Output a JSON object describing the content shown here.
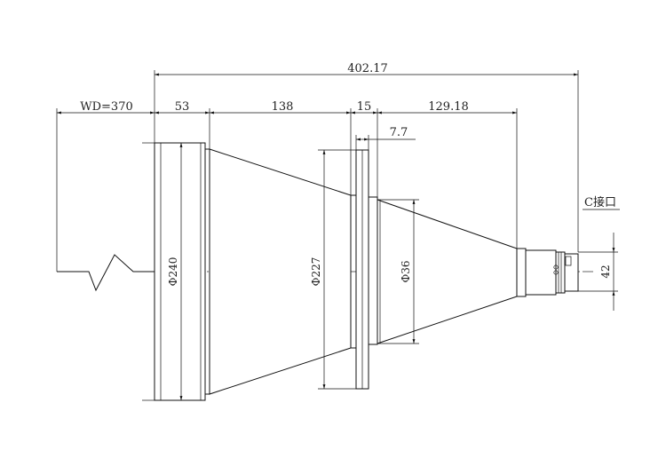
{
  "dimensions": {
    "overall_length": "402.17",
    "working_distance": "WD=370",
    "front_barrel_length": "53",
    "cone_length": "138",
    "flange_length": "15",
    "rear_length": "129.18",
    "step_length": "7.7"
  },
  "diameters": {
    "front": "Φ240",
    "flange": "Φ227",
    "rear": "Φ36",
    "mount": "42"
  },
  "labels": {
    "mount": "C接口"
  }
}
